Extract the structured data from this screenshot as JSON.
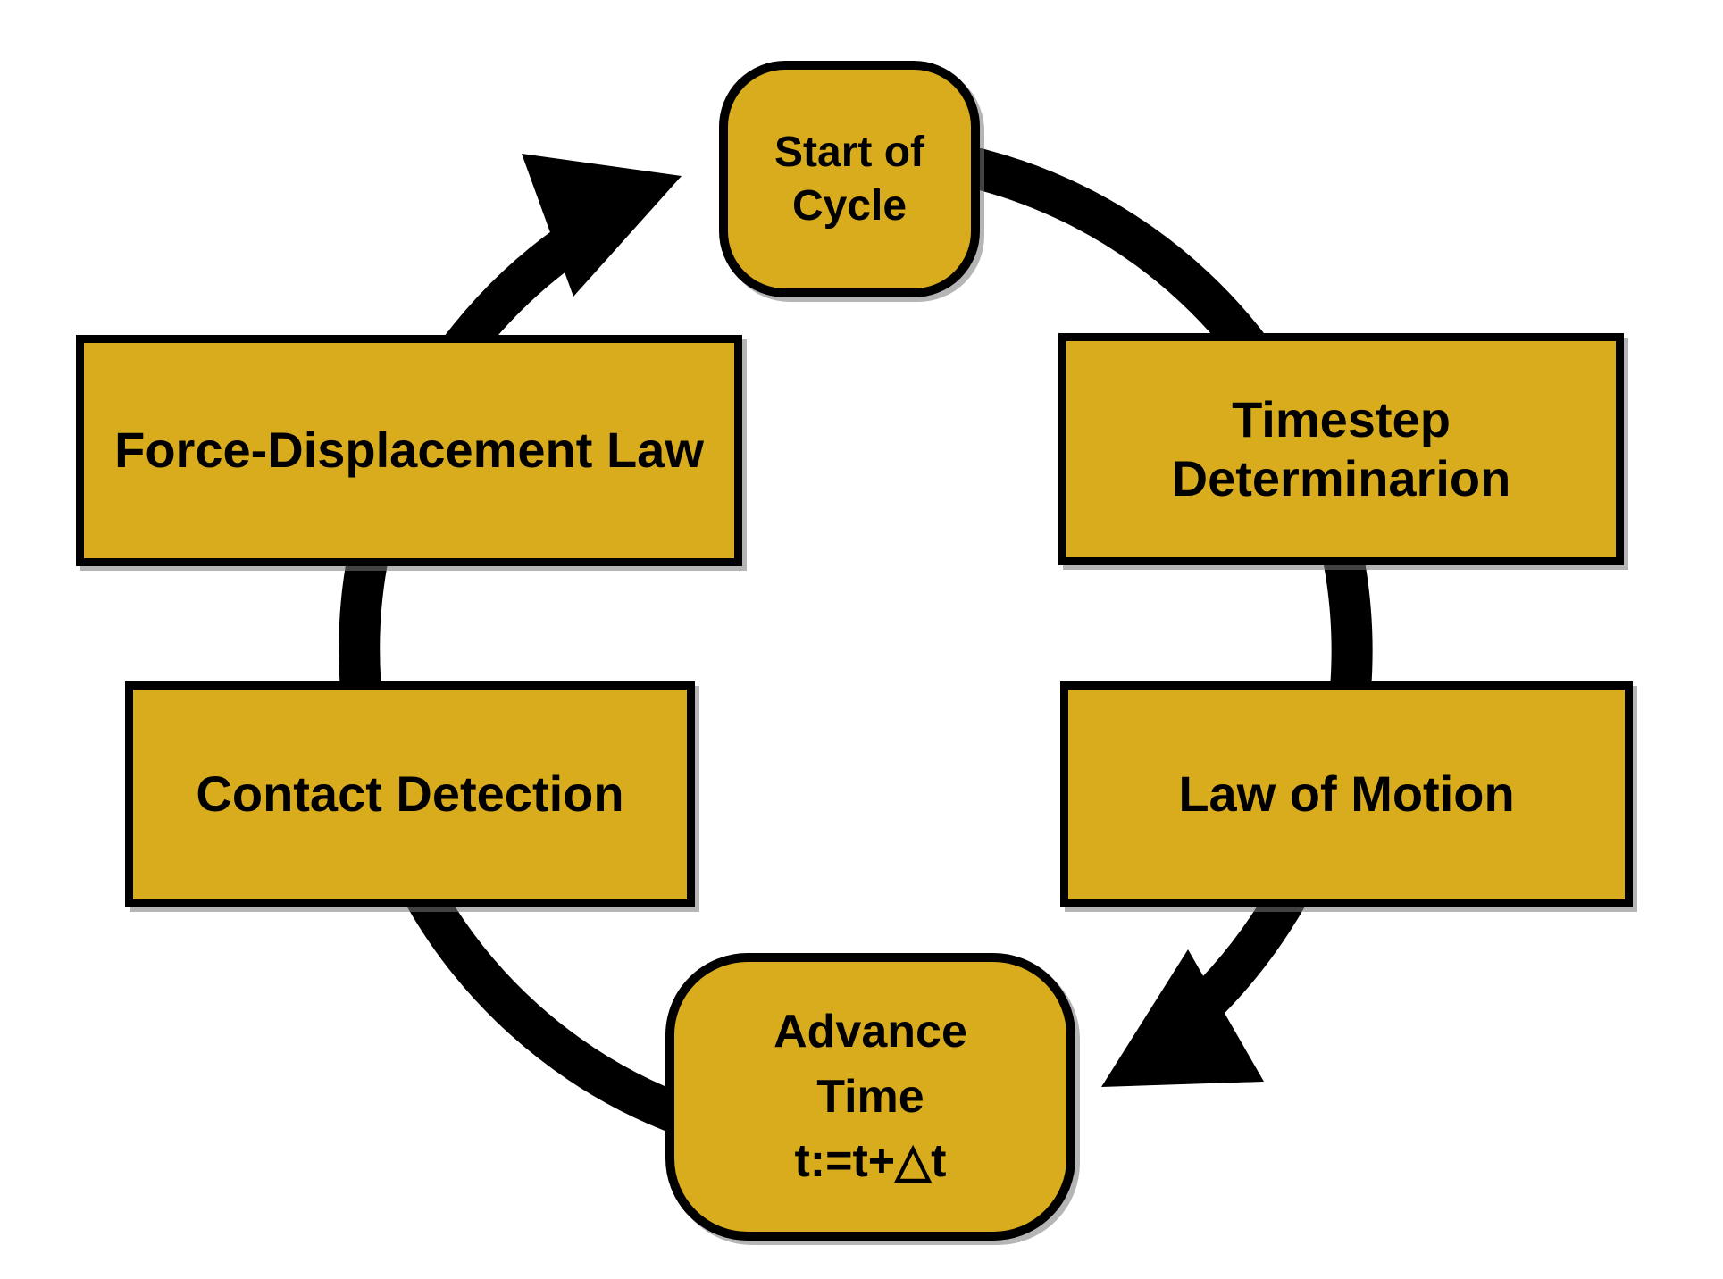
{
  "diagram": {
    "description": "Calculation cycle flowchart",
    "colors": {
      "node_fill": "#D9AC1E",
      "node_border": "#000000",
      "arrow": "#000000",
      "background": "#FFFFFF"
    },
    "nodes": {
      "start_of_cycle": {
        "label": "Start of\nCycle",
        "shape": "rounded"
      },
      "timestep_determination": {
        "label": "Timestep\nDeterminarion",
        "shape": "rect"
      },
      "law_of_motion": {
        "label": "Law of Motion",
        "shape": "rect"
      },
      "advance_time": {
        "label": "Advance\nTime\nt:=t+△t",
        "shape": "rounded"
      },
      "contact_detection": {
        "label": "Contact Detection",
        "shape": "rect"
      },
      "force_displacement_law": {
        "label": "Force-Displacement Law",
        "shape": "rect"
      }
    },
    "arrows": [
      {
        "from": "start_of_cycle",
        "to": "timestep_determination"
      },
      {
        "from": "timestep_determination",
        "to": "law_of_motion"
      },
      {
        "from": "law_of_motion",
        "to": "advance_time"
      },
      {
        "from": "advance_time",
        "to": "contact_detection"
      },
      {
        "from": "contact_detection",
        "to": "force_displacement_law"
      },
      {
        "from": "force_displacement_law",
        "to": "start_of_cycle"
      }
    ],
    "cycle_direction": "clockwise"
  }
}
